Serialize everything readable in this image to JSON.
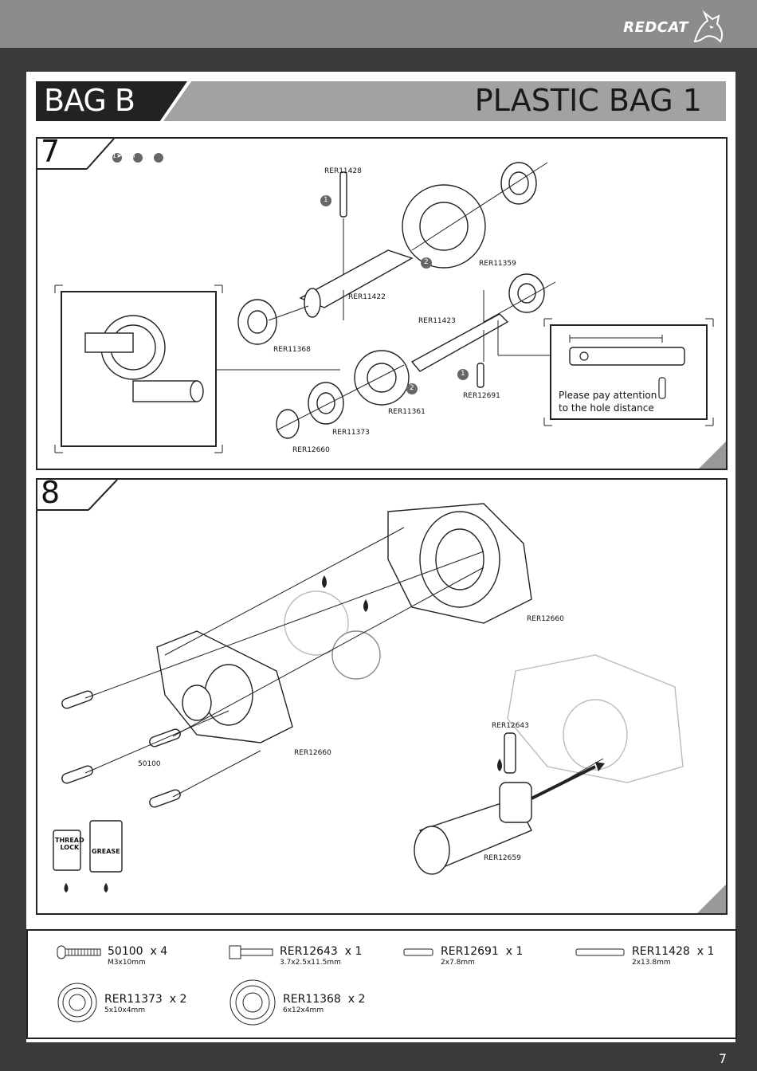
{
  "brand": {
    "name": "REDCAT"
  },
  "header": {
    "bag": "BAG B",
    "title": "PLASTIC BAG 1"
  },
  "step7": {
    "number": "7",
    "sequence": "1➤2➤3",
    "labels": {
      "rer11428": "RER11428",
      "rer11422": "RER11422",
      "rer11359": "RER11359",
      "rer11368": "RER11368",
      "rer11423": "RER11423",
      "rer12691": "RER12691",
      "rer11361": "RER11361",
      "rer11373": "RER11373",
      "rer12660": "RER12660"
    },
    "markers": {
      "one_a": "1",
      "two_a": "2",
      "one_b": "1",
      "two_b": "2"
    },
    "note_line1": "Please pay attention",
    "note_line2": "to the hole distance"
  },
  "step8": {
    "number": "8",
    "labels": {
      "rer12660_top": "RER12660",
      "rer12660_bottom": "RER12660",
      "screw": "50100",
      "rer12643": "RER12643",
      "rer12659": "RER12659"
    },
    "threadlock_line1": "THREAD",
    "threadlock_line2": "LOCK",
    "grease": "GREASE"
  },
  "parts": [
    {
      "name": "50100",
      "qty": "x 4",
      "dims": "M3x10mm",
      "icon": "screw-icon"
    },
    {
      "name": "RER12643",
      "qty": "x 1",
      "dims": "3.7x2.5x11.5mm",
      "icon": "set-screw-icon"
    },
    {
      "name": "RER12691",
      "qty": "x 1",
      "dims": "2x7.8mm",
      "icon": "pin-icon"
    },
    {
      "name": "RER11428",
      "qty": "x 1",
      "dims": "2x13.8mm",
      "icon": "pin-icon"
    },
    {
      "name": "RER11373",
      "qty": "x 2",
      "dims": "5x10x4mm",
      "icon": "bearing-icon"
    },
    {
      "name": "RER11368",
      "qty": "x 2",
      "dims": "6x12x4mm",
      "icon": "bearing-icon"
    }
  ],
  "page": {
    "number": "7"
  }
}
